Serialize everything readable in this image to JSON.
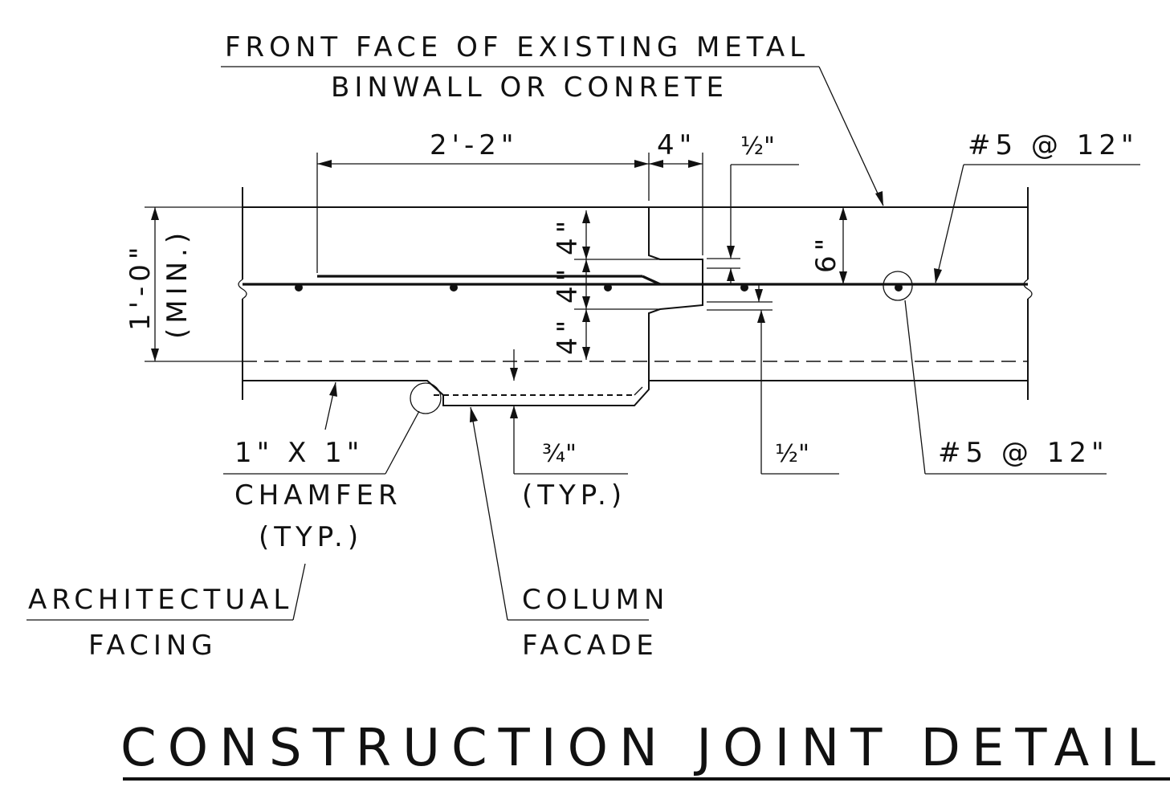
{
  "title": "CONSTRUCTION JOINT DETAIL",
  "labels": {
    "front_face_line1": "FRONT FACE OF EXISTING METAL",
    "front_face_line2": "BINWALL OR CONRETE",
    "rebar_top": "#5 @ 12\"",
    "rebar_bottom": "#5 @ 12\"",
    "chamfer_line1": "1\" X 1\"",
    "chamfer_line2": "CHAMFER",
    "chamfer_line3": "(TYP.)",
    "recess_line1": "¾\"",
    "recess_line2": "(TYP.)",
    "gap_bottom": "½\"",
    "arch_line1": "ARCHITECTUAL",
    "arch_line2": "FACING",
    "column_line1": "COLUMN",
    "column_line2": "FACADE"
  },
  "dimensions": {
    "lap_length": "2'-2\"",
    "key_width": "4\"",
    "gap_top": "½\"",
    "cover_top": "6\"",
    "key_upper": "4\"",
    "key_mid": "4\"",
    "key_lower": "4\"",
    "wall_thickness": "1'-0\"",
    "wall_thickness_note": "(MIN.)"
  }
}
